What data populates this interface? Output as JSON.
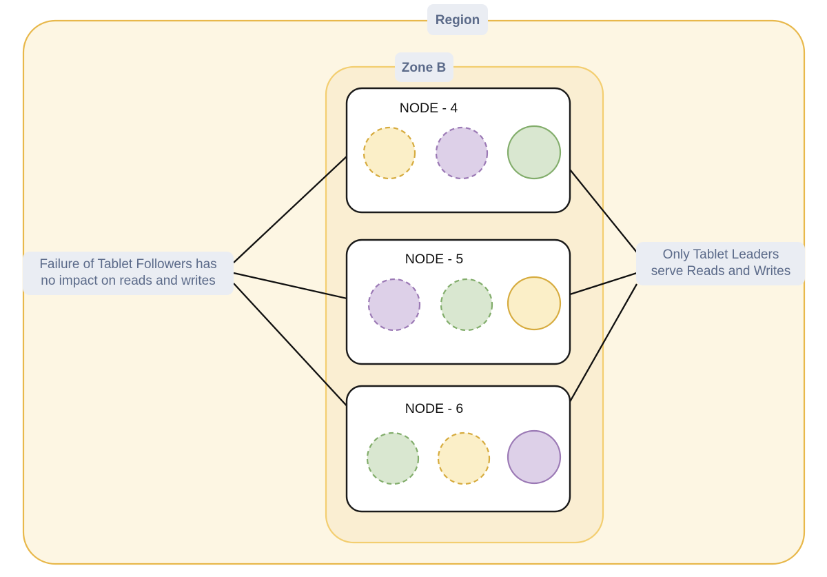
{
  "diagram": {
    "title": "Region / Zone B tablet replication diagram",
    "colors": {
      "region_fill": "#fdf6e3",
      "region_border": "#e8b84b",
      "zone_fill": "#faeed2",
      "zone_border": "#f3ce70",
      "node_fill": "#ffffff",
      "node_border": "#1a1a1a",
      "label_chip_fill": "#eaedf3",
      "label_text": "#5b6a89",
      "connector": "#101010",
      "yellow_fill": "#fbefc8",
      "yellow_stroke": "#d6ab3e",
      "purple_fill": "#ddd0e8",
      "purple_stroke": "#9b79b5",
      "green_fill": "#d9e7d0",
      "green_stroke": "#82ad6b"
    },
    "region": {
      "label": "Region"
    },
    "zone": {
      "label": "Zone B"
    },
    "nodes": [
      {
        "title": "NODE - 4",
        "tablets": [
          {
            "color": "yellow",
            "role": "follower",
            "style": "dashed"
          },
          {
            "color": "purple",
            "role": "follower",
            "style": "dashed"
          },
          {
            "color": "green",
            "role": "leader",
            "style": "solid"
          }
        ]
      },
      {
        "title": "NODE - 5",
        "tablets": [
          {
            "color": "purple",
            "role": "follower",
            "style": "dashed"
          },
          {
            "color": "green",
            "role": "follower",
            "style": "dashed"
          },
          {
            "color": "yellow",
            "role": "leader",
            "style": "solid"
          }
        ]
      },
      {
        "title": "NODE - 6",
        "tablets": [
          {
            "color": "green",
            "role": "follower",
            "style": "dashed"
          },
          {
            "color": "yellow",
            "role": "follower",
            "style": "dashed"
          },
          {
            "color": "purple",
            "role": "leader",
            "style": "solid"
          }
        ]
      }
    ],
    "annotations": {
      "left": {
        "line1": "Failure of Tablet Followers has",
        "line2": "no impact on reads and writes"
      },
      "right": {
        "line1": "Only Tablet Leaders",
        "line2": "serve Reads and Writes"
      }
    }
  }
}
